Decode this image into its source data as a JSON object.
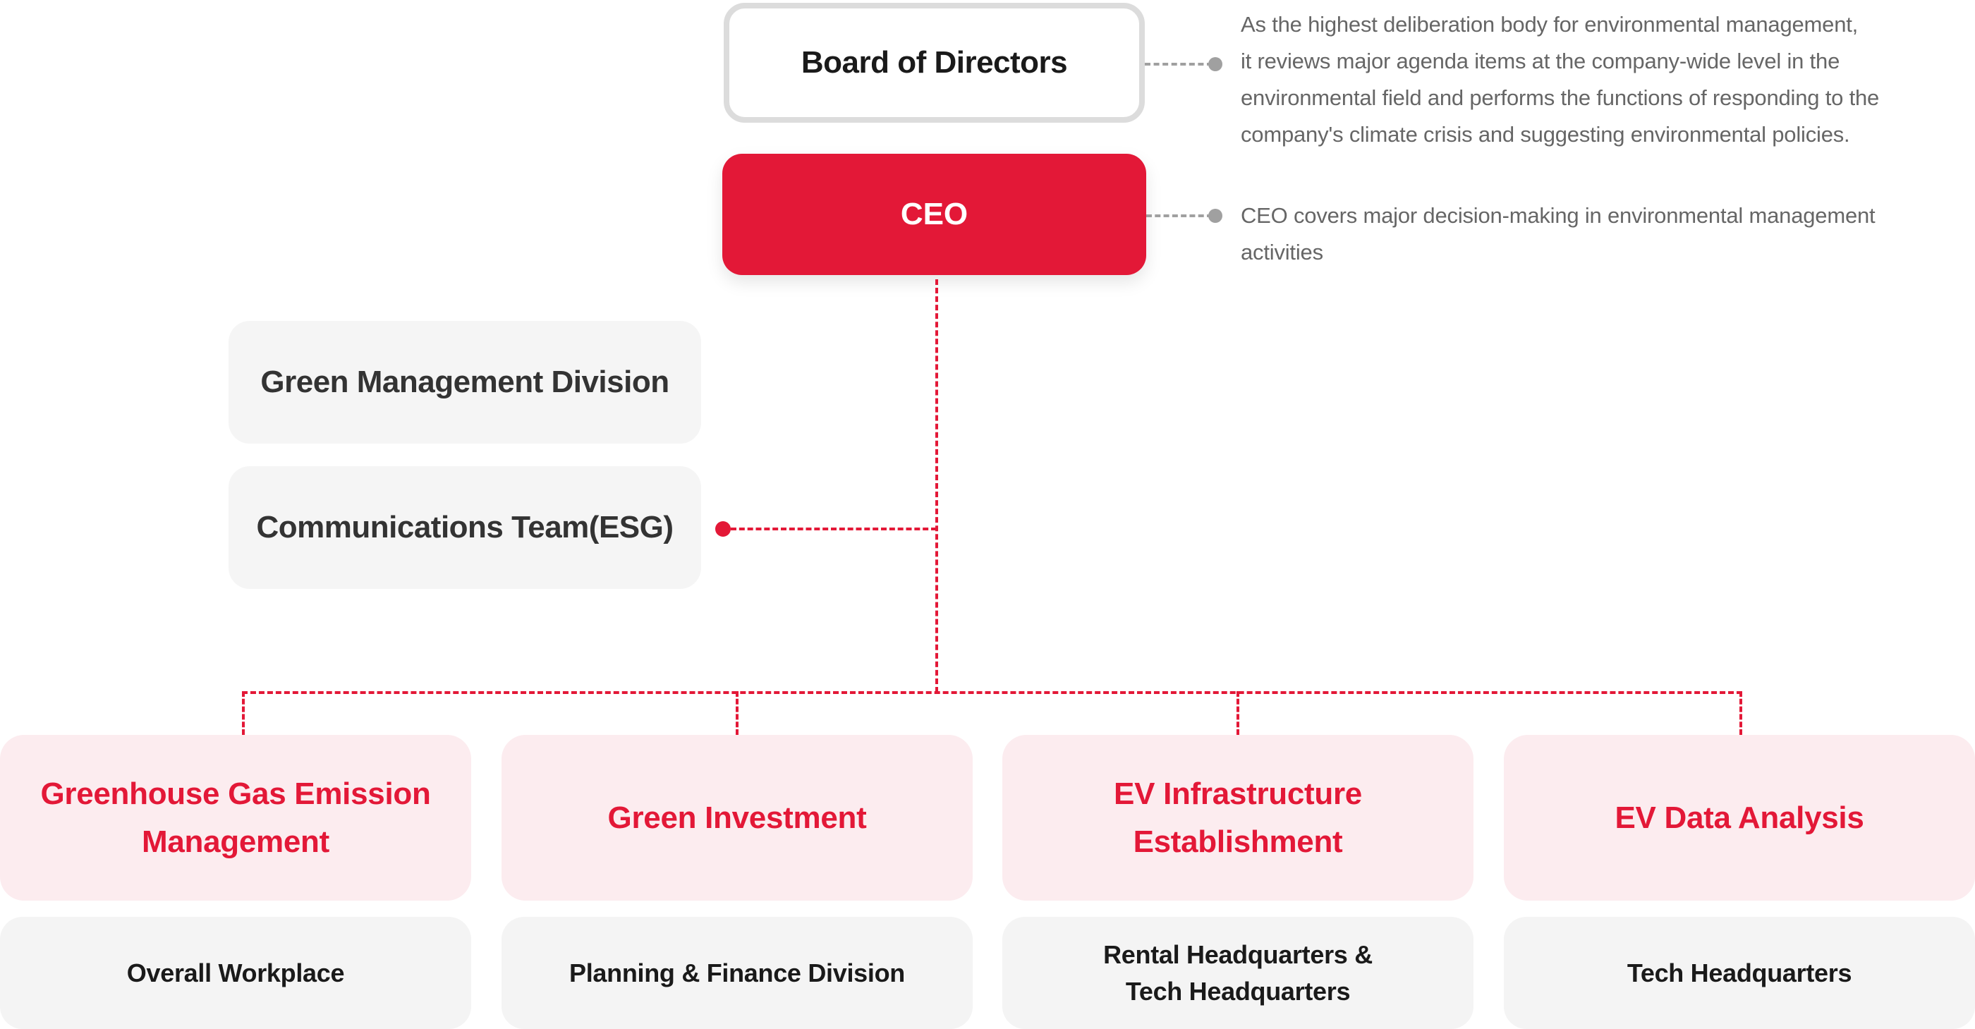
{
  "diagram": {
    "title": "Environmental Management Organization",
    "colors": {
      "accent_red": "#e31837",
      "pink_fill": "#fcecef",
      "gray_fill": "#f5f5f5",
      "description_text": "#666666",
      "connector_gray": "#a0a0a0"
    },
    "board": {
      "label": "Board of Directors",
      "description": [
        "As the highest deliberation body for environmental management,",
        "it reviews major agenda items at the company-wide level in the",
        "environmental field and performs the functions of responding to the",
        "company's climate crisis and suggesting environmental policies."
      ]
    },
    "ceo": {
      "label": "CEO",
      "description": [
        "CEO covers major decision-making in environmental management",
        "activities"
      ]
    },
    "side_units": [
      {
        "label": "Green Management Division"
      },
      {
        "label": "Communications Team(ESG)"
      }
    ],
    "responsibilities": [
      {
        "area": [
          "Greenhouse Gas Emission",
          "Management"
        ],
        "department": [
          "Overall Workplace"
        ]
      },
      {
        "area": [
          "Green Investment"
        ],
        "department": [
          "Planning & Finance Division"
        ]
      },
      {
        "area": [
          "EV Infrastructure",
          "Establishment"
        ],
        "department": [
          "Rental Headquarters &",
          "Tech Headquarters"
        ]
      },
      {
        "area": [
          "EV Data Analysis"
        ],
        "department": [
          "Tech Headquarters"
        ]
      }
    ]
  }
}
